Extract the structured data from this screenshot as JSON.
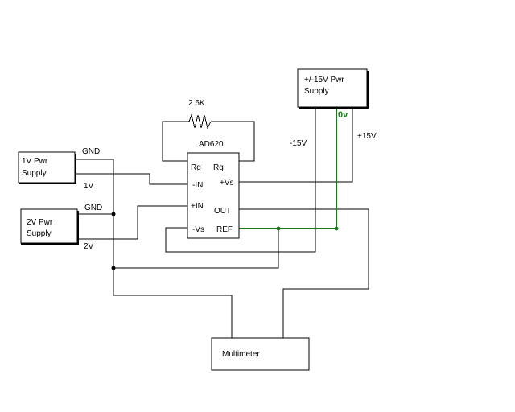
{
  "colors": {
    "wire": "#000000",
    "ground_wire": "#1a7a1a",
    "background": "#ffffff"
  },
  "resistor": {
    "label": "2.6K"
  },
  "chip": {
    "name": "AD620",
    "pin_rg_left": "Rg",
    "pin_rg_right": "Rg",
    "pin_in_neg": "-IN",
    "pin_in_pos": "+IN",
    "pin_vs_neg": "-Vs",
    "pin_vs_pos": "+Vs",
    "pin_out": "OUT",
    "pin_ref": "REF"
  },
  "supply_1v": {
    "line1": "1V Pwr",
    "line2": "Supply",
    "gnd_label": "GND",
    "out_label": "1V"
  },
  "supply_2v": {
    "line1": "2V Pwr",
    "line2": "Supply",
    "gnd_label": "GND",
    "out_label": "2V"
  },
  "supply_15v": {
    "line1": "+/-15V Pwr",
    "line2": "Supply",
    "neg_label": "-15V",
    "pos_label": "+15V",
    "zero_label": "0v"
  },
  "multimeter": {
    "label": "Multimeter"
  }
}
